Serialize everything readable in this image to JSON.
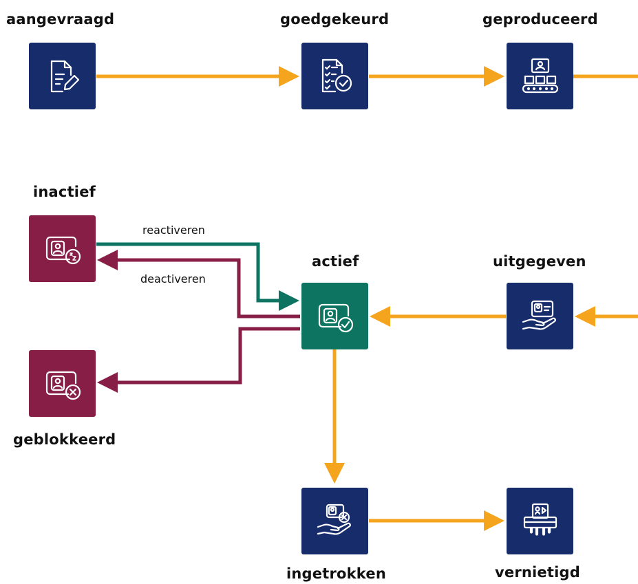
{
  "colors": {
    "navy": "#172c6b",
    "burgundy": "#861e45",
    "teal": "#0c7461",
    "orange": "#f5a41d"
  },
  "nodes": {
    "aangevraagd": {
      "label": "aangevraagd",
      "icon": "document-edit-icon"
    },
    "goedgekeurd": {
      "label": "goedgekeurd",
      "icon": "checklist-approved-icon"
    },
    "geproduceerd": {
      "label": "geproduceerd",
      "icon": "production-line-icon"
    },
    "inactief": {
      "label": "inactief",
      "icon": "id-card-sleep-icon"
    },
    "actief": {
      "label": "actief",
      "icon": "id-card-check-icon"
    },
    "uitgegeven": {
      "label": "uitgegeven",
      "icon": "hand-card-icon"
    },
    "geblokkeerd": {
      "label": "geblokkeerd",
      "icon": "id-card-blocked-icon"
    },
    "ingetrokken": {
      "label": "ingetrokken",
      "icon": "hand-card-revoked-icon"
    },
    "vernietigd": {
      "label": "vernietigd",
      "icon": "card-shredder-icon"
    }
  },
  "edges": {
    "reactivate": {
      "label": "reactiveren"
    },
    "deactivate": {
      "label": "deactiveren"
    }
  }
}
